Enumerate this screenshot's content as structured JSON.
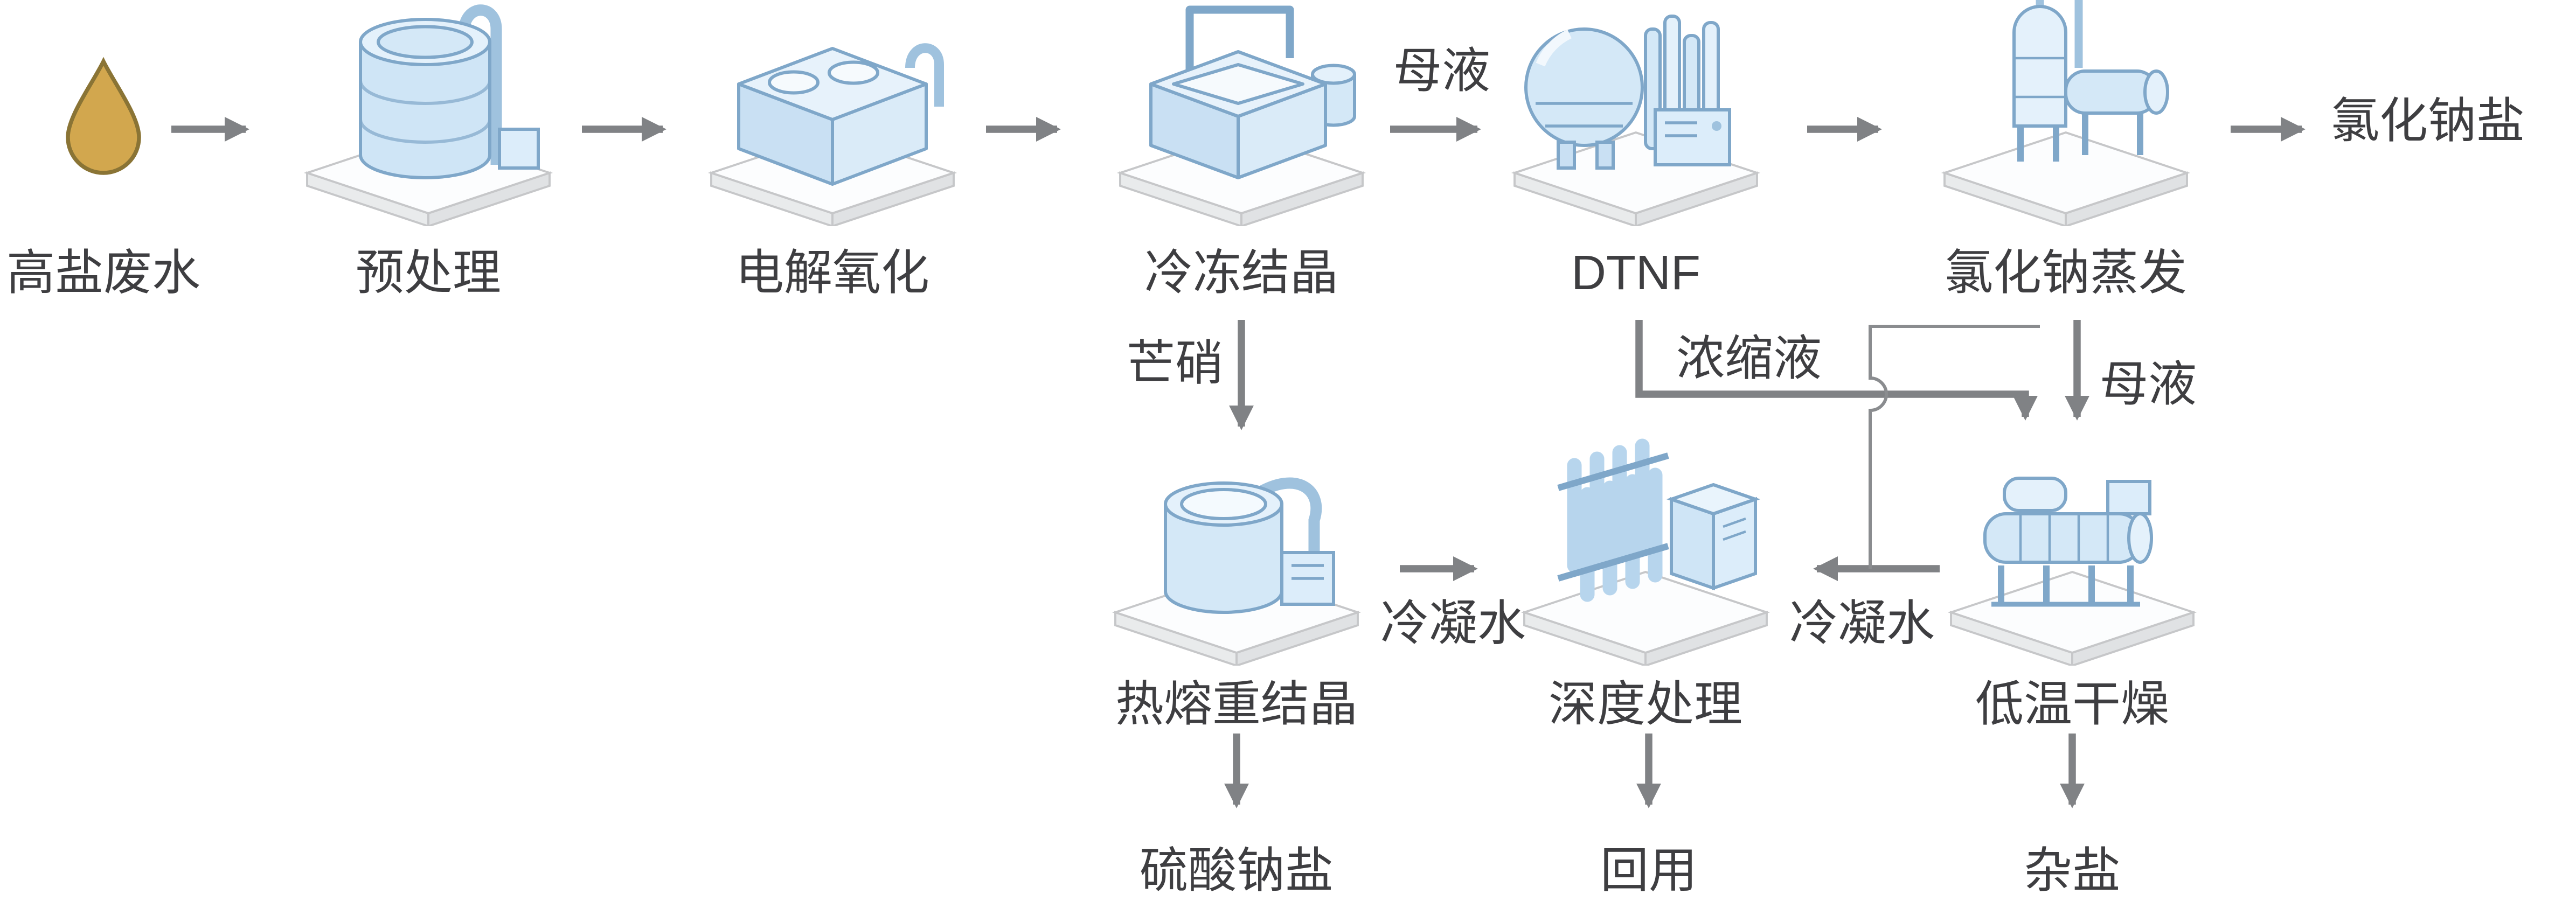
{
  "diagram": {
    "colors": {
      "background": "#ffffff",
      "flow_line": "#808285",
      "label_text": "#3e3e41",
      "equipment_fill_light": "#e4f1fb",
      "equipment_fill_mid": "#cfe5f6",
      "equipment_stroke": "#7fa7c9",
      "platform_fill": "#fcfdfe",
      "platform_stroke": "#c6c7c9",
      "droplet_fill": "#d2a74e"
    },
    "nodes": {
      "feed": {
        "label": "高盐废水"
      },
      "pretreatment": {
        "label": "预处理"
      },
      "electro_oxidation": {
        "label": "电解氧化"
      },
      "freeze_crystallization": {
        "label": "冷冻结晶"
      },
      "dtnf": {
        "label": "DTNF"
      },
      "nacl_evaporation": {
        "label": "氯化钠蒸发"
      },
      "hot_melt_recrystallization": {
        "label": "热熔重结晶"
      },
      "deep_treatment": {
        "label": "深度处理"
      },
      "low_temp_drying": {
        "label": "低温干燥"
      }
    },
    "outputs": {
      "nacl_salt": {
        "label": "氯化钠盐"
      },
      "sodium_sulfate_salt": {
        "label": "硫酸钠盐"
      },
      "reuse": {
        "label": "回用"
      },
      "mixed_salt": {
        "label": "杂盐"
      }
    },
    "edge_labels": {
      "mother_liquor_top": "母液",
      "mirabilite": "芒硝",
      "concentrate": "浓缩液",
      "mother_liquor_side": "母液",
      "condensate_left": "冷凝水",
      "condensate_right": "冷凝水"
    }
  }
}
